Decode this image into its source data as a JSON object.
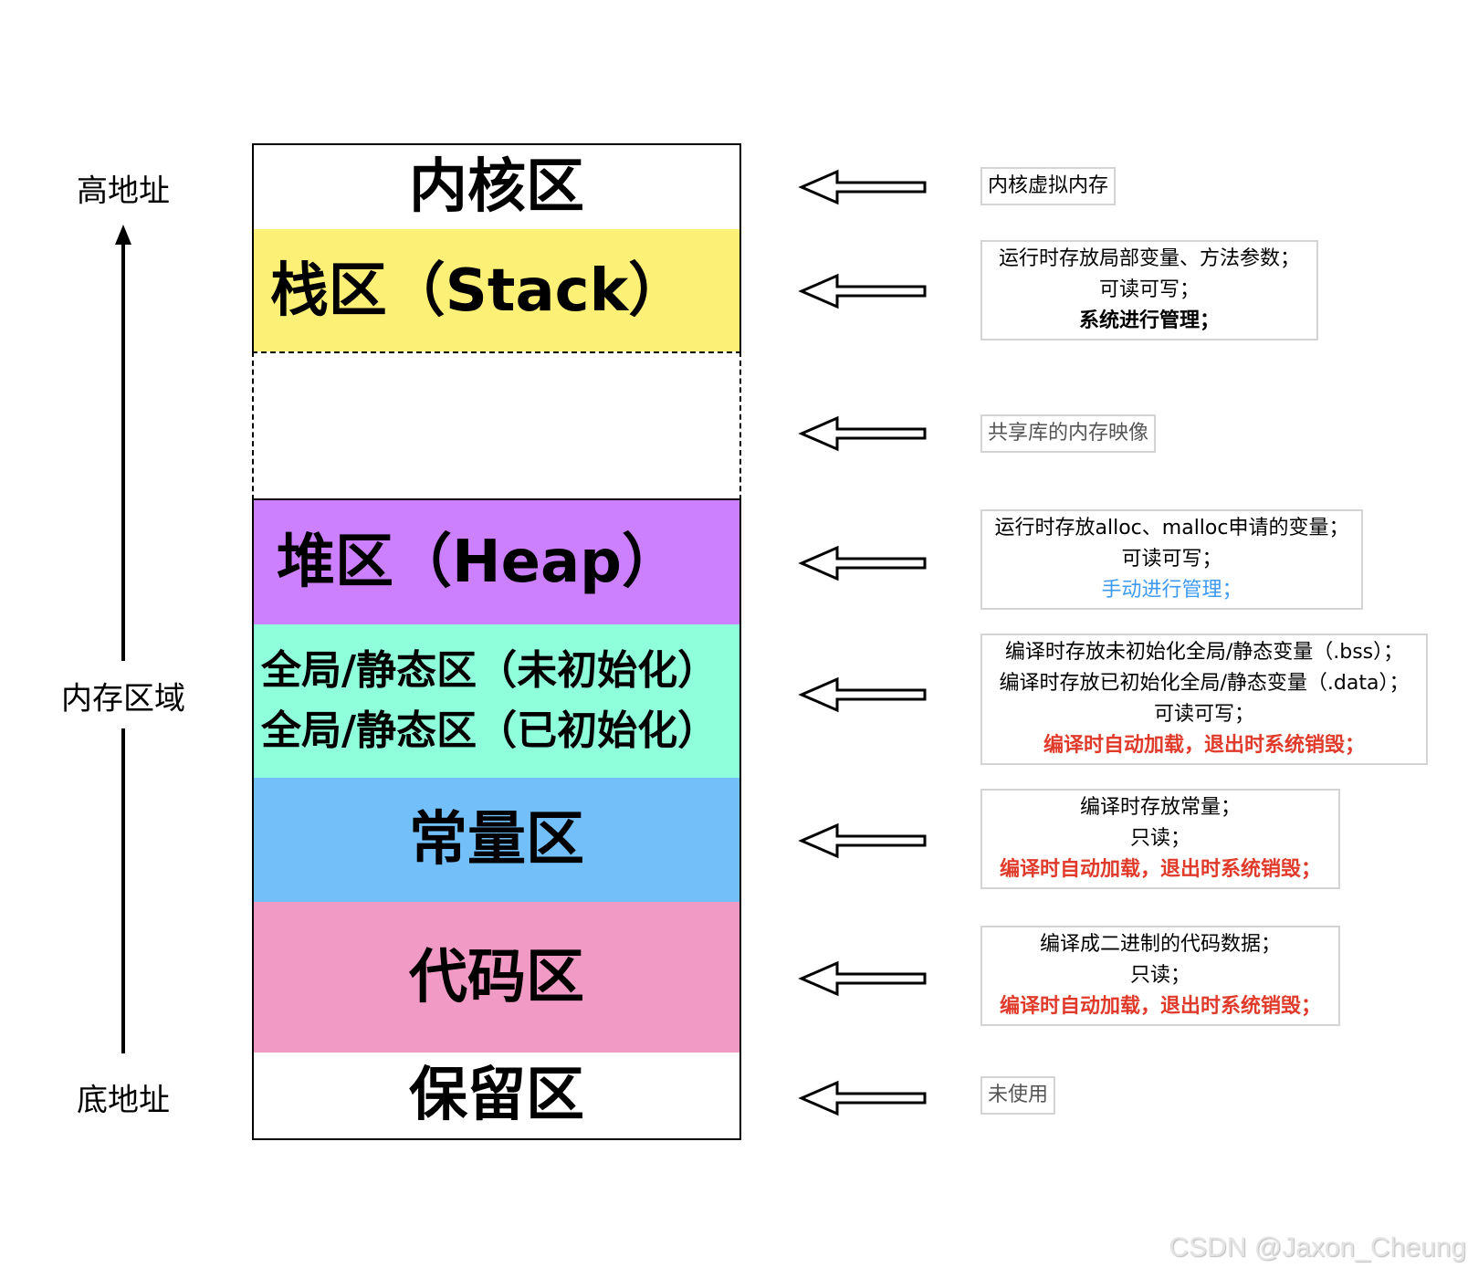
{
  "axis": {
    "high_label": "高地址",
    "middle_label": "内存区域",
    "low_label": "底地址"
  },
  "segments": [
    {
      "id": "kernel",
      "label": "内核区",
      "color": "#ffffff"
    },
    {
      "id": "stack",
      "label": "栈区（Stack）",
      "color": "#fdf077"
    },
    {
      "id": "gap",
      "label": "",
      "color": "#ffffff"
    },
    {
      "id": "heap",
      "label": "堆区（Heap）",
      "color": "#cd80fd"
    },
    {
      "id": "global",
      "lines": [
        "全局/静态区（未初始化）",
        "全局/静态区（已初始化）"
      ],
      "color": "#8ffedb"
    },
    {
      "id": "constant",
      "label": "常量区",
      "color": "#73bff9"
    },
    {
      "id": "code",
      "label": "代码区",
      "color": "#f29ac6"
    },
    {
      "id": "reserved",
      "label": "保留区",
      "color": "#ffffff"
    }
  ],
  "descriptions": {
    "kernel": {
      "lines": [
        {
          "text": "内核虚拟内存",
          "style": "normal"
        }
      ]
    },
    "stack": {
      "lines": [
        {
          "text": "运行时存放局部变量、方法参数；",
          "style": "normal"
        },
        {
          "text": "可读可写；",
          "style": "normal"
        },
        {
          "text": "系统进行管理；",
          "style": "bold"
        }
      ]
    },
    "shared": {
      "lines": [
        {
          "text": "共享库的内存映像",
          "style": "gray"
        }
      ]
    },
    "heap": {
      "lines": [
        {
          "text": "运行时存放alloc、malloc申请的变量；",
          "style": "normal"
        },
        {
          "text": "可读可写；",
          "style": "normal"
        },
        {
          "text": "手动进行管理；",
          "style": "blue"
        }
      ]
    },
    "global": {
      "lines": [
        {
          "text": "编译时存放未初始化全局/静态变量（.bss）；",
          "style": "normal"
        },
        {
          "text": "编译时存放已初始化全局/静态变量（.data）；",
          "style": "normal"
        },
        {
          "text": "可读可写；",
          "style": "normal"
        },
        {
          "text": "编译时自动加载，退出时系统销毁；",
          "style": "red"
        }
      ]
    },
    "constant": {
      "lines": [
        {
          "text": "编译时存放常量；",
          "style": "normal"
        },
        {
          "text": "只读；",
          "style": "normal"
        },
        {
          "text": "编译时自动加载，退出时系统销毁；",
          "style": "red"
        }
      ]
    },
    "code": {
      "lines": [
        {
          "text": "编译成二进制的代码数据；",
          "style": "normal"
        },
        {
          "text": "只读；",
          "style": "normal"
        },
        {
          "text": "编译时自动加载，退出时系统销毁；",
          "style": "red"
        }
      ]
    },
    "reserved": {
      "lines": [
        {
          "text": "未使用",
          "style": "gray"
        }
      ]
    }
  },
  "colors": {
    "text_red": "#e03a2a",
    "text_blue": "#3e9af0",
    "box_border": "#d4d4d4"
  },
  "watermark": "CSDN @Jaxon_Cheung"
}
